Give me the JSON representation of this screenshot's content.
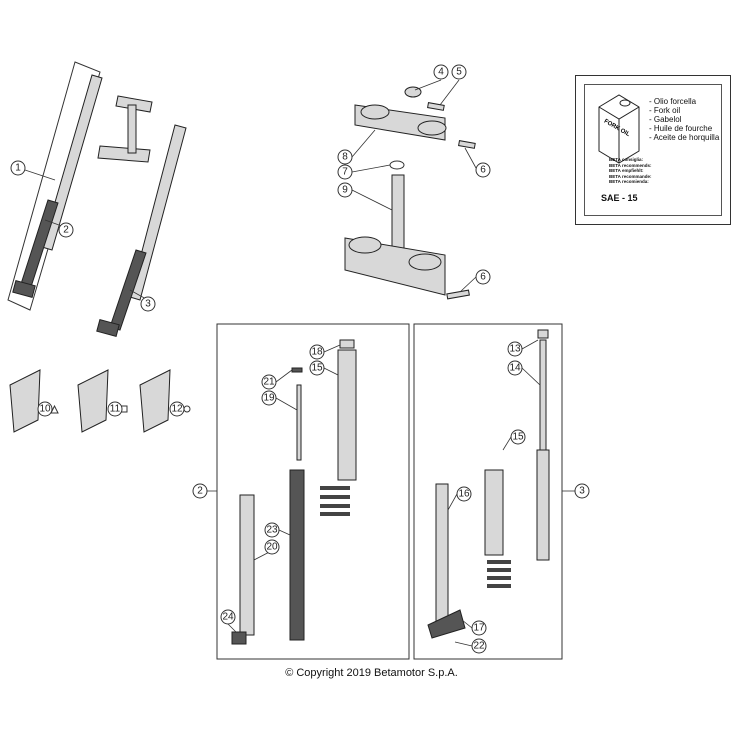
{
  "callouts": [
    {
      "id": "c1",
      "label": "1"
    },
    {
      "id": "c2a",
      "label": "2"
    },
    {
      "id": "c3a",
      "label": "3"
    },
    {
      "id": "c4",
      "label": "4"
    },
    {
      "id": "c5",
      "label": "5"
    },
    {
      "id": "c6a",
      "label": "6"
    },
    {
      "id": "c7",
      "label": "7"
    },
    {
      "id": "c8",
      "label": "8"
    },
    {
      "id": "c9",
      "label": "9"
    },
    {
      "id": "c6b",
      "label": "6"
    },
    {
      "id": "c10",
      "label": "10"
    },
    {
      "id": "c11",
      "label": "11"
    },
    {
      "id": "c12",
      "label": "12"
    },
    {
      "id": "c18",
      "label": "18"
    },
    {
      "id": "c15a",
      "label": "15"
    },
    {
      "id": "c21",
      "label": "21"
    },
    {
      "id": "c19",
      "label": "19"
    },
    {
      "id": "c2b",
      "label": "2"
    },
    {
      "id": "c23",
      "label": "23"
    },
    {
      "id": "c20",
      "label": "20"
    },
    {
      "id": "c24",
      "label": "24"
    },
    {
      "id": "c13",
      "label": "13"
    },
    {
      "id": "c14",
      "label": "14"
    },
    {
      "id": "c15b",
      "label": "15"
    },
    {
      "id": "c16",
      "label": "16"
    },
    {
      "id": "c3b",
      "label": "3"
    },
    {
      "id": "c17",
      "label": "17"
    },
    {
      "id": "c22",
      "label": "22"
    }
  ],
  "oil_box": {
    "can_label": "FORK OIL",
    "names": [
      "- Olio forcella",
      "- Fork oil",
      "- Gabelol",
      "- Huile de fourche",
      "- Aceite de horquilla"
    ],
    "recommend": [
      "BETA consiglia:",
      "BETA recommends:",
      "BETA empfiehlt:",
      "BETA recommande:",
      "BETA recomienda:"
    ],
    "grade": "SAE - 15"
  },
  "copyright": "© Copyright 2019 Betamotor S.p.A."
}
